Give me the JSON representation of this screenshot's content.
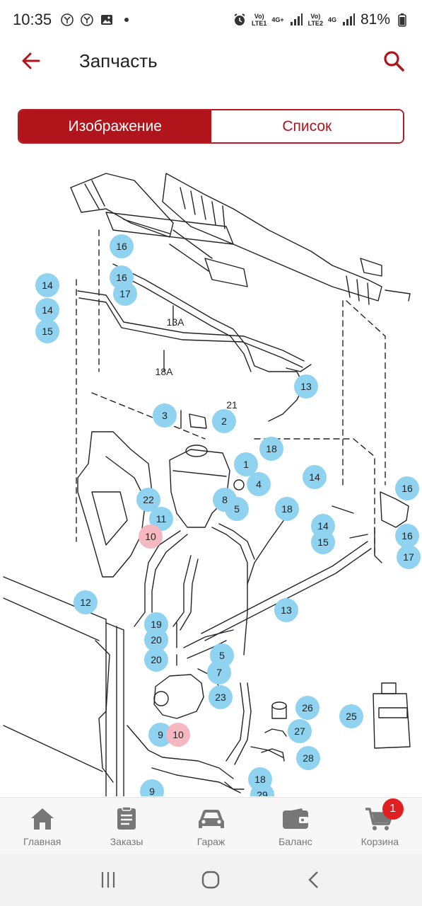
{
  "status_bar": {
    "time": "10:35",
    "net1": {
      "top": "Vo)",
      "bottom": "LTE1"
    },
    "net_type": "4G+",
    "net2": {
      "top": "Vo)",
      "bottom": "LTE2"
    },
    "net_type2": "4G",
    "battery": "81%"
  },
  "header": {
    "title": "Запчасть",
    "back_icon": "arrow-left-icon",
    "search_icon": "search-icon"
  },
  "tabs": [
    {
      "label": "Изображение",
      "active": true
    },
    {
      "label": "Список",
      "active": false
    }
  ],
  "diagram": {
    "ref_labels": [
      "13A",
      "18A",
      "21"
    ],
    "callouts": [
      {
        "n": "16",
        "color": "blue"
      },
      {
        "n": "16",
        "color": "blue"
      },
      {
        "n": "17",
        "color": "blue"
      },
      {
        "n": "14",
        "color": "blue"
      },
      {
        "n": "14",
        "color": "blue"
      },
      {
        "n": "15",
        "color": "blue"
      },
      {
        "n": "13",
        "color": "blue"
      },
      {
        "n": "3",
        "color": "blue"
      },
      {
        "n": "2",
        "color": "blue"
      },
      {
        "n": "18",
        "color": "blue"
      },
      {
        "n": "1",
        "color": "blue"
      },
      {
        "n": "4",
        "color": "blue"
      },
      {
        "n": "14",
        "color": "blue"
      },
      {
        "n": "16",
        "color": "blue"
      },
      {
        "n": "22",
        "color": "blue"
      },
      {
        "n": "8",
        "color": "blue"
      },
      {
        "n": "5",
        "color": "blue"
      },
      {
        "n": "18",
        "color": "blue"
      },
      {
        "n": "11",
        "color": "blue"
      },
      {
        "n": "14",
        "color": "blue"
      },
      {
        "n": "10",
        "color": "pink"
      },
      {
        "n": "15",
        "color": "blue"
      },
      {
        "n": "16",
        "color": "blue"
      },
      {
        "n": "17",
        "color": "blue"
      },
      {
        "n": "12",
        "color": "blue"
      },
      {
        "n": "13",
        "color": "blue"
      },
      {
        "n": "19",
        "color": "blue"
      },
      {
        "n": "20",
        "color": "blue"
      },
      {
        "n": "5",
        "color": "blue"
      },
      {
        "n": "20",
        "color": "blue"
      },
      {
        "n": "7",
        "color": "blue"
      },
      {
        "n": "23",
        "color": "blue"
      },
      {
        "n": "26",
        "color": "blue"
      },
      {
        "n": "25",
        "color": "blue"
      },
      {
        "n": "9",
        "color": "blue"
      },
      {
        "n": "10",
        "color": "pink"
      },
      {
        "n": "27",
        "color": "blue"
      },
      {
        "n": "28",
        "color": "blue"
      },
      {
        "n": "9",
        "color": "blue"
      },
      {
        "n": "18",
        "color": "blue"
      },
      {
        "n": "29",
        "color": "blue"
      }
    ],
    "colors": {
      "blue": "#8fd3f0",
      "pink": "#f5b8c0"
    }
  },
  "bottom_nav": [
    {
      "label": "Главная",
      "icon": "home-icon"
    },
    {
      "label": "Заказы",
      "icon": "orders-icon"
    },
    {
      "label": "Гараж",
      "icon": "car-icon"
    },
    {
      "label": "Баланс",
      "icon": "wallet-icon"
    },
    {
      "label": "Корзина",
      "icon": "cart-icon",
      "badge": "1"
    }
  ],
  "system_nav": [
    "recents-icon",
    "home-circle-icon",
    "back-chevron-icon"
  ],
  "colors": {
    "accent": "#b1141b",
    "badge": "#e02020"
  }
}
